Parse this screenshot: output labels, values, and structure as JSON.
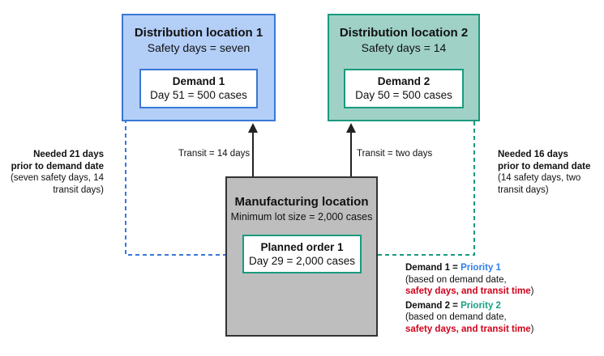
{
  "distribution_1": {
    "title": "Distribution location 1",
    "safety": "Safety days = seven",
    "demand_title": "Demand 1",
    "demand_value": "Day 51 = 500 cases"
  },
  "distribution_2": {
    "title": "Distribution location 2",
    "safety": "Safety days = 14",
    "demand_title": "Demand 2",
    "demand_value": "Day 50 = 500 cases"
  },
  "manufacturing": {
    "title": "Manufacturing location",
    "lot_size": "Minimum lot size = 2,000 cases",
    "order_title": "Planned order 1",
    "order_value": "Day 29 = 2,000 cases"
  },
  "transit": {
    "left": "Transit = 14 days",
    "right": "Transit = two days"
  },
  "needed_left": {
    "line1": "Needed 21 days",
    "line2": "prior to demand date",
    "line3": "(seven safety days, 14",
    "line4": "transit days)"
  },
  "needed_right": {
    "line1": "Needed 16 days",
    "line2": "prior to demand date",
    "line3": "(14 safety days, two",
    "line4": "transit days)"
  },
  "priority_notes": {
    "d1_label": "Demand 1",
    "d1_eq": " = ",
    "d1_priority": "Priority 1",
    "d1_line2": "(based on demand date,",
    "d1_line3_red": "safety days, and transit time",
    "d1_line3_end": ")",
    "d2_label": "Demand 2",
    "d2_eq": " = ",
    "d2_priority": "Priority 2",
    "d2_line2": "(based on demand date,",
    "d2_line3_red": "safety days, and transit time",
    "d2_line3_end": ")"
  },
  "colors": {
    "blue_fill": "#b3cef7",
    "blue_border": "#3a78d6",
    "blue_text": "#2f80ed",
    "teal_fill": "#9fd1c7",
    "teal_border": "#1a9a7e",
    "teal_text": "#16a085",
    "gray_fill": "#bebebe",
    "gray_border": "#333333",
    "red_text": "#d0021b"
  }
}
